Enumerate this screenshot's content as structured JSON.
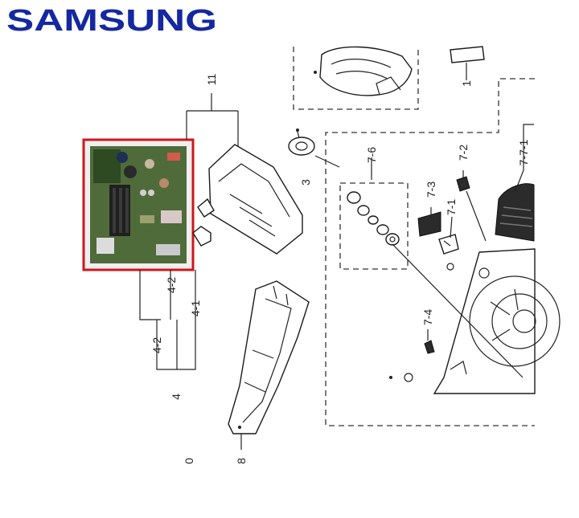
{
  "brand": {
    "logo_text": "SAMSUNG",
    "logo_color": "#1428a0"
  },
  "highlight_color": "#d0161b",
  "callouts": {
    "c11": "11",
    "c1": "1",
    "c3": "3",
    "c7_6": "7-6",
    "c7_3": "7-3",
    "c7_1": "7-1",
    "c7_2": "7-2",
    "c7_7_1": "7-7-1",
    "c7_4": "7-4",
    "c4_2a": "4-2",
    "c4_1": "4-1",
    "c4_2b": "4-2",
    "c4": "4",
    "c0": "0",
    "c8": "8"
  }
}
